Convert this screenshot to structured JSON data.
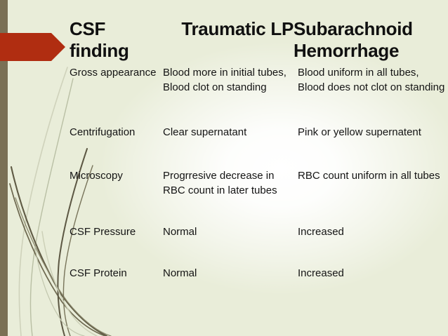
{
  "slide": {
    "background_color": "#e9edd9",
    "accent_bar_color": "#7a7055",
    "arrow_color": "#b02d11",
    "text_color": "#141414",
    "heading_color": "#101010"
  },
  "table": {
    "headers": {
      "col1": "CSF finding",
      "col2": "Traumatic LP",
      "col3": "Subarachnoid Hemorrhage"
    },
    "rows": [
      {
        "finding": "Gross appearance",
        "traumatic_lp": "Blood more in initial tubes, Blood clot on standing",
        "subarachnoid_hemorrhage": "Blood uniform in all tubes, Blood does not clot on standing"
      },
      {
        "finding": "Centrifugation",
        "traumatic_lp": "Clear supernatant",
        "subarachnoid_hemorrhage": "Pink or yellow supernatent"
      },
      {
        "finding": "Microscopy",
        "traumatic_lp": "Progrresive decrease in RBC count in later tubes",
        "subarachnoid_hemorrhage": "RBC count uniform in all tubes"
      },
      {
        "finding": "CSF Pressure",
        "traumatic_lp": "Normal",
        "subarachnoid_hemorrhage": "Increased"
      },
      {
        "finding": "CSF Protein",
        "traumatic_lp": "Normal",
        "subarachnoid_hemorrhage": "Increased"
      }
    ]
  },
  "decoration": {
    "arrow_name": "red-arrow-banner",
    "grass_name": "grass-blades-decoration"
  }
}
